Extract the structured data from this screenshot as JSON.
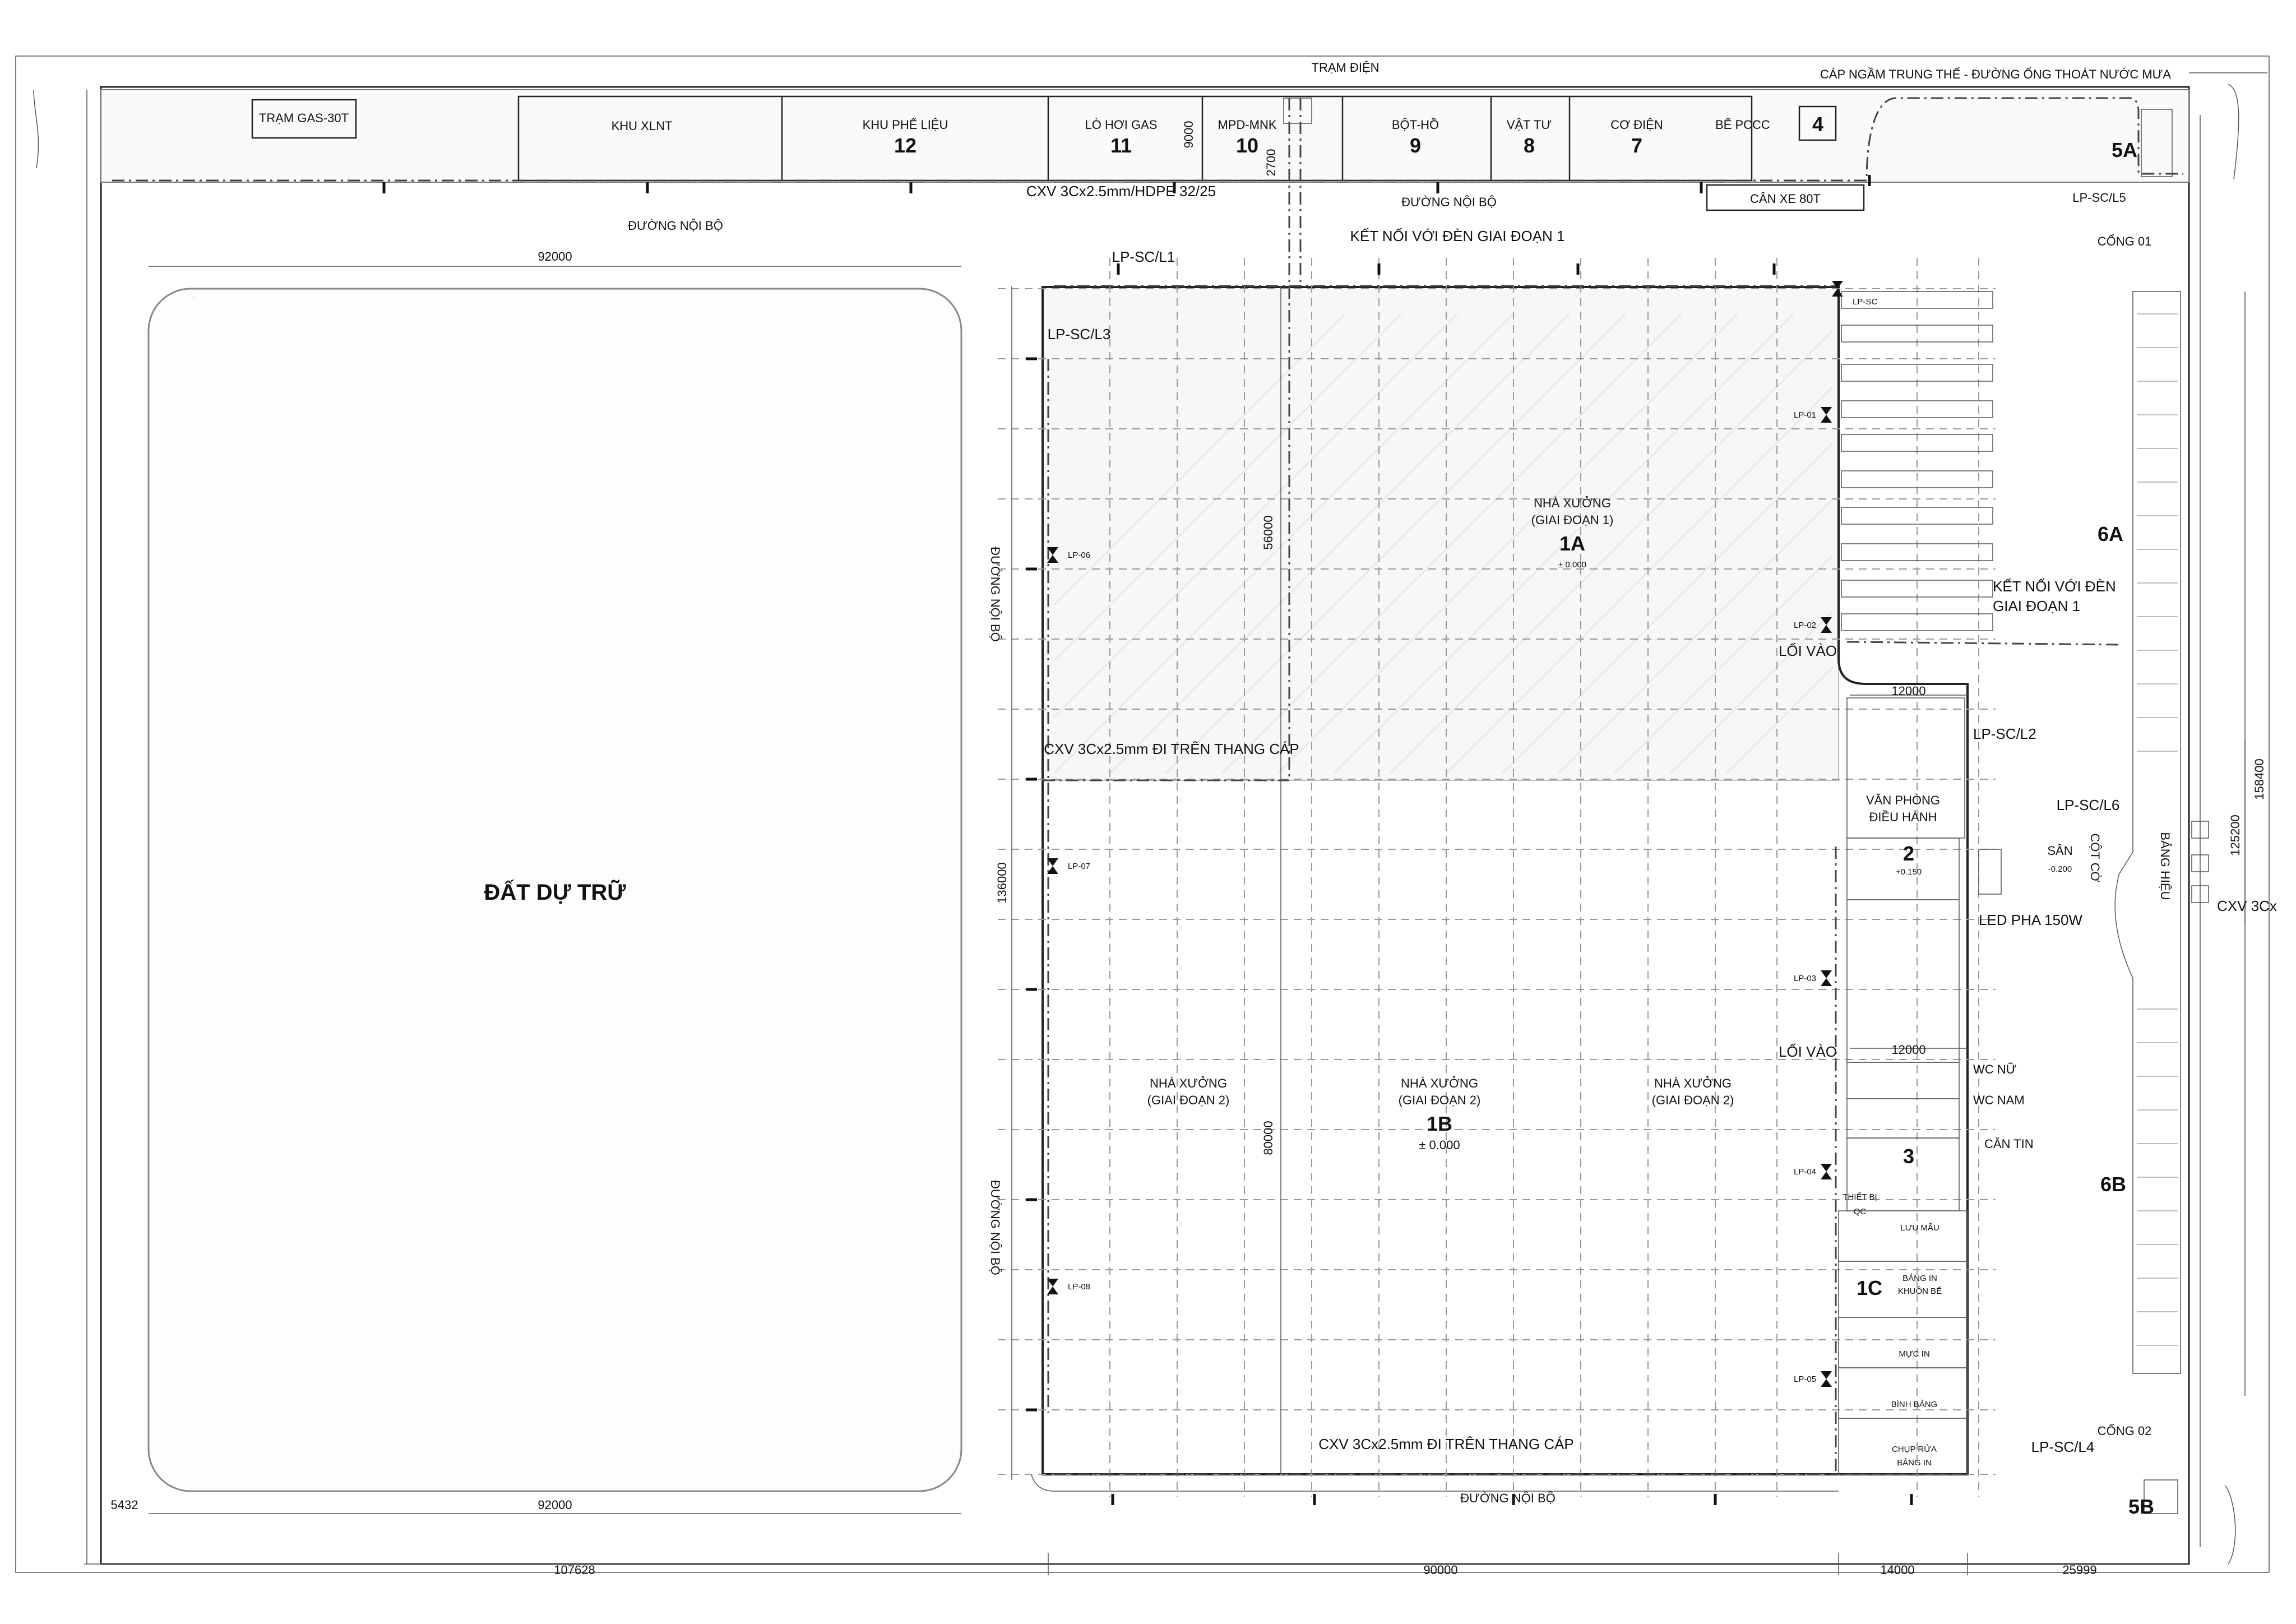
{
  "labels": {
    "tram_dien": "TRẠM ĐIỆN",
    "cap_ngam": "CÁP NGẦM TRUNG THẾ - ĐƯỜNG ỐNG THOÁT NƯỚC MƯA",
    "tram_gas": "TRẠM GAS-30T",
    "khu_xlnt": "KHU XLNT",
    "khu_phe_lieu": "KHU PHẾ LIỆU",
    "lo_hoi_gas": "LÒ HƠI GAS",
    "mpd_mnk": "MPD-MNK",
    "bot_ho": "BỘT-HỒ",
    "vat_tu": "VẬT TƯ",
    "co_dien": "CƠ ĐIỆN",
    "be_pccc": "BỂ PCCC",
    "cxv_hdpe": "CXV 3Cx2.5mm/HDPE 32/25",
    "duong_noi_bo": "ĐƯỜNG NỘI BỘ",
    "can_xe": "CÂN XE 80T",
    "cong_01": "CỔNG 01",
    "cong_02": "CỔNG 02",
    "ket_noi_1": "KẾT NỐI VỚI ĐÈN GIAI ĐOẠN 1",
    "ket_noi_2a": "KẾT NỐI VỚI ĐÈN",
    "ket_noi_2b": "GIAI ĐOẠN 1",
    "dat_du_tru": "ĐẤT DỰ TRỮ",
    "nha_xuong": "NHÀ XƯỞNG",
    "giai_doan_1": "(GIAI ĐOẠN 1)",
    "giai_doan_2": "(GIAI ĐOẠN 2)",
    "lvl_1a": "± 0.000",
    "lvl_1b": "± 0.000",
    "lvl_2": "+0.150",
    "lvl_san": "-0.200",
    "san": "SÂN",
    "cot_co": "CỘT CỜ",
    "bang_hieu": "BẢNG HIỆU",
    "loi_vao": "LỐI VÀO",
    "van_phong": "VĂN PHÒNG",
    "dieu_hanh": "ĐIỀU HÀNH",
    "led_pha": "LED PHA 150W",
    "wc_nu": "WC NỮ",
    "wc_nam": "WC NAM",
    "can_tin": "CĂN TIN",
    "thiet_bi": "THIẾT BỊ",
    "qc": "QC",
    "luu_mau": "LƯU MẪU",
    "bang_in": "BẢNG IN",
    "khuon_be": "KHUÔN BẾ",
    "muc_in": "MỰC IN",
    "binh_bang": "BÌNH BẢNG",
    "chup_rua": "CHỤP RỬA",
    "bang_in_2": "BẢNG IN",
    "cxv_thang_cap": "CXV 3Cx2.5mm ĐI TRÊN THANG CÁP",
    "cxv_cut": "CXV 3Cx"
  },
  "numbers": {
    "n12": "12",
    "n11": "11",
    "n10": "10",
    "n9": "9",
    "n8": "8",
    "n7": "7",
    "n4": "4",
    "n5a": "5A",
    "n5b": "5B",
    "n6a": "6A",
    "n6b": "6B",
    "n1a": "1A",
    "n1b": "1B",
    "n1c": "1C",
    "n2": "2",
    "n3": "3"
  },
  "panels": {
    "l1": "LP-SC/L1",
    "l2": "LP-SC/L2",
    "l3": "LP-SC/L3",
    "l4": "LP-SC/L4",
    "l5": "LP-SC/L5",
    "l6": "LP-SC/L6",
    "sc": "LP-SC",
    "p01": "LP-01",
    "p02": "LP-02",
    "p03": "LP-03",
    "p04": "LP-04",
    "p05": "LP-05",
    "p06": "LP-06",
    "p07": "LP-07",
    "p08": "LP-08"
  },
  "dimensions": {
    "d92000_top": "92000",
    "d92000_bot": "92000",
    "d136000": "136000",
    "d56000": "56000",
    "d80000": "80000",
    "d12000_a": "12000",
    "d12000_b": "12000",
    "d9000": "9000",
    "d2700": "2700",
    "d158400": "158400",
    "d125200": "125200",
    "d5432": "5432",
    "d107628": "107628",
    "d90000": "90000",
    "d14000": "14000",
    "d25999": "25999"
  }
}
